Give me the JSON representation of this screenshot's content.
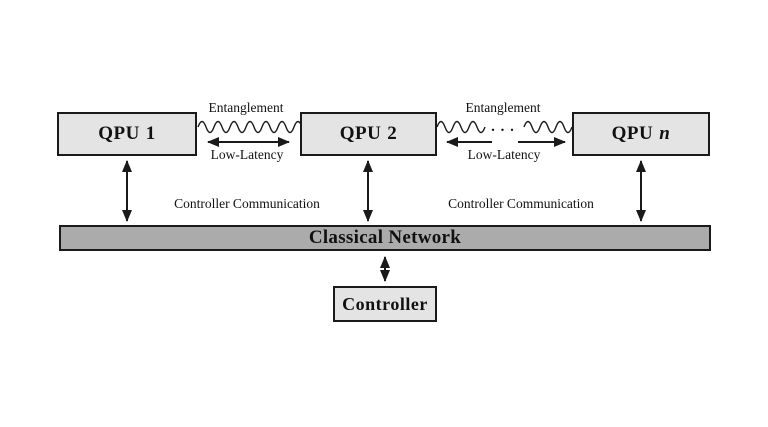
{
  "qpus": [
    {
      "name": "QPU",
      "index": "1"
    },
    {
      "name": "QPU",
      "index": "2"
    },
    {
      "name": "QPU",
      "index": "n"
    }
  ],
  "links": [
    {
      "top_label": "Entanglement",
      "bottom_label": "Low-Latency"
    },
    {
      "top_label": "Entanglement",
      "bottom_label": "Low-Latency",
      "ellipsis": ". . ."
    }
  ],
  "controller_communication": [
    {
      "label": "Controller Communication"
    },
    {
      "label": "Controller Communication"
    }
  ],
  "network": {
    "label": "Classical Network"
  },
  "controller": {
    "label": "Controller"
  },
  "colors": {
    "box-fill": "#e4e4e4",
    "bar-fill": "#ababab",
    "line": "#1a1a1a",
    "text": "#111111",
    "background": "#ffffff"
  }
}
